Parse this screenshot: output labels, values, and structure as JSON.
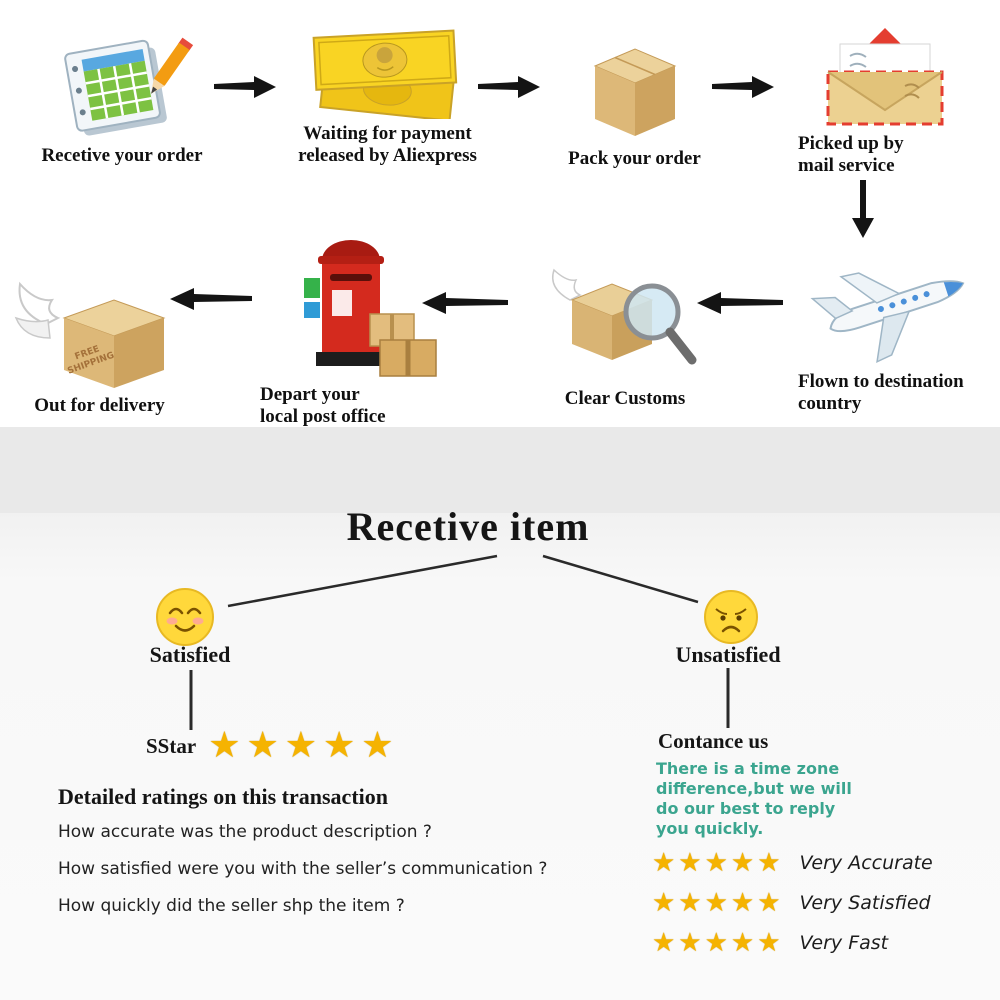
{
  "flow": {
    "row1": [
      {
        "label": "Recetive your order"
      },
      {
        "label": "Waiting for payment\nreleased by Aliexpress"
      },
      {
        "label": "Pack your order"
      },
      {
        "label": "Picked up by\nmail service"
      }
    ],
    "row2": [
      {
        "label": "Flown to destination\ncountry"
      },
      {
        "label": "Clear Customs"
      },
      {
        "label": "Depart your\nlocal post office"
      },
      {
        "label": "Out for delivery"
      }
    ],
    "free_shipping_stamp": {
      "line1": "FREE",
      "line2": "SHIPPING"
    }
  },
  "receive": {
    "title": "Recetive item",
    "satisfied_label": "Satisfied",
    "unsatisfied_label": "Unsatisfied",
    "rating": {
      "stars_label": "SStar",
      "stars": "★★★★★",
      "heading": "Detailed ratings on this transaction",
      "questions": [
        {
          "text": "How accurate was the product description ?"
        },
        {
          "text": "How satisfied were you with the seller’s communication ?"
        },
        {
          "text": "How quickly did the seller shp the item ?"
        }
      ]
    },
    "contact": {
      "heading": "Contance us",
      "note": "There is a time zone\ndifference,but we will\ndo our best to reply\nyou quickly.",
      "ratings": [
        {
          "stars": "★★★★★",
          "label": "Very Accurate"
        },
        {
          "stars": "★★★★★",
          "label": "Very Satisfied"
        },
        {
          "stars": "★★★★★",
          "label": "Very Fast"
        }
      ]
    }
  },
  "colors": {
    "star_gold": "#f5b301",
    "note_teal": "#3ba58f",
    "arrow_black": "#141414"
  }
}
